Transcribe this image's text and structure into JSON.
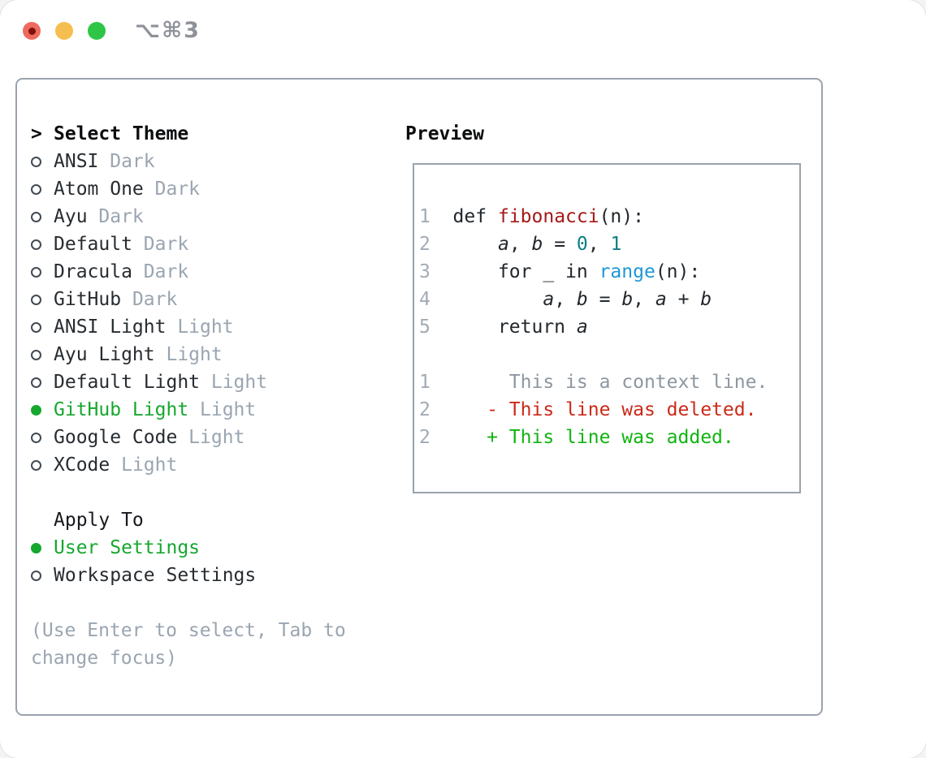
{
  "colors": {
    "selected_green": "#16a72e",
    "added_green": "#10b410",
    "deleted_red": "#cb2a1a",
    "function_red": "#a31919",
    "number_teal": "#0d7f85",
    "call_blue": "#1f97d4",
    "muted_gray": "#9aa5b1",
    "panel_border": "#9aa3ae"
  },
  "window": {
    "shortcut": "⌥⌘3",
    "traffic_lights": [
      "close",
      "minimize",
      "zoom"
    ]
  },
  "theme_panel": {
    "header": {
      "cursor": ">",
      "label": "Select Theme"
    },
    "themes": [
      {
        "name": "ANSI",
        "variant": "Dark",
        "selected": false
      },
      {
        "name": "Atom One",
        "variant": "Dark",
        "selected": false
      },
      {
        "name": "Ayu",
        "variant": "Dark",
        "selected": false
      },
      {
        "name": "Default",
        "variant": "Dark",
        "selected": false
      },
      {
        "name": "Dracula",
        "variant": "Dark",
        "selected": false
      },
      {
        "name": "GitHub",
        "variant": "Dark",
        "selected": false
      },
      {
        "name": "ANSI Light",
        "variant": "Light",
        "selected": false
      },
      {
        "name": "Ayu Light",
        "variant": "Light",
        "selected": false
      },
      {
        "name": "Default Light",
        "variant": "Light",
        "selected": false
      },
      {
        "name": "GitHub Light",
        "variant": "Light",
        "selected": true
      },
      {
        "name": "Google Code",
        "variant": "Light",
        "selected": false
      },
      {
        "name": "XCode",
        "variant": "Light",
        "selected": false
      }
    ],
    "apply_to": {
      "label": "Apply To",
      "options": [
        {
          "name": "User Settings",
          "selected": true
        },
        {
          "name": "Workspace Settings",
          "selected": false
        }
      ]
    },
    "hint_lines": [
      "(Use Enter to select, Tab to",
      "change focus)"
    ]
  },
  "preview": {
    "label": "Preview",
    "lines": [
      [
        {
          "text": "1",
          "style": "lineno"
        },
        {
          "text": "  def ",
          "style": "code"
        },
        {
          "text": "fibonacci",
          "style": "func"
        },
        {
          "text": "(n):",
          "style": "code"
        }
      ],
      [
        {
          "text": "2",
          "style": "lineno"
        },
        {
          "text": "      ",
          "style": "code"
        },
        {
          "text": "a",
          "style": "var"
        },
        {
          "text": ", ",
          "style": "code"
        },
        {
          "text": "b",
          "style": "var"
        },
        {
          "text": " = ",
          "style": "code"
        },
        {
          "text": "0",
          "style": "num"
        },
        {
          "text": ", ",
          "style": "code"
        },
        {
          "text": "1",
          "style": "num"
        }
      ],
      [
        {
          "text": "3",
          "style": "lineno"
        },
        {
          "text": "      for _ in ",
          "style": "code"
        },
        {
          "text": "range",
          "style": "call"
        },
        {
          "text": "(n):",
          "style": "code"
        }
      ],
      [
        {
          "text": "4",
          "style": "lineno"
        },
        {
          "text": "          ",
          "style": "code"
        },
        {
          "text": "a",
          "style": "var"
        },
        {
          "text": ", ",
          "style": "code"
        },
        {
          "text": "b",
          "style": "var"
        },
        {
          "text": " = ",
          "style": "code"
        },
        {
          "text": "b",
          "style": "var"
        },
        {
          "text": ", ",
          "style": "code"
        },
        {
          "text": "a",
          "style": "var"
        },
        {
          "text": " + ",
          "style": "code"
        },
        {
          "text": "b",
          "style": "var"
        }
      ],
      [
        {
          "text": "5",
          "style": "lineno"
        },
        {
          "text": "      return ",
          "style": "code"
        },
        {
          "text": "a",
          "style": "var"
        }
      ],
      [],
      [
        {
          "text": "1",
          "style": "lineno"
        },
        {
          "text": "       This is a context line.",
          "style": "ctx"
        }
      ],
      [
        {
          "text": "2",
          "style": "lineno"
        },
        {
          "text": "     - This line was deleted.",
          "style": "del"
        }
      ],
      [
        {
          "text": "2",
          "style": "lineno"
        },
        {
          "text": "     + This line was added.",
          "style": "add"
        }
      ]
    ]
  }
}
